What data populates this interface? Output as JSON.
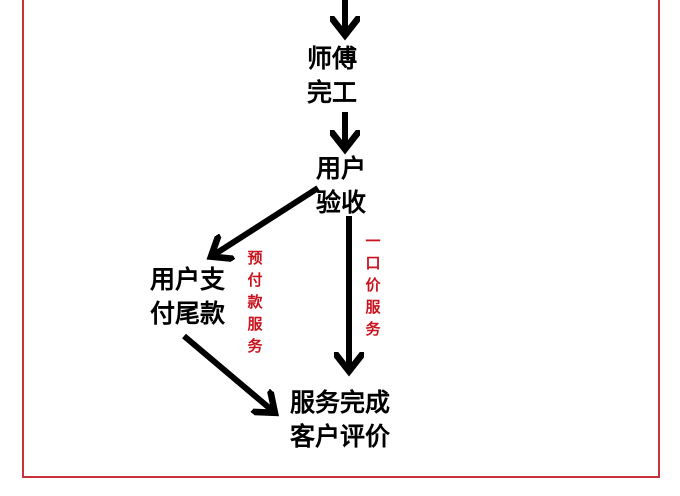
{
  "nodes": {
    "worker_done": {
      "line1": "师傅",
      "line2": "完工"
    },
    "user_accept": {
      "line1": "用户",
      "line2": "验收"
    },
    "user_pay": {
      "line1": "用户支",
      "line2": "付尾款"
    },
    "service_done": {
      "line1": "服务完成",
      "line2": "客户评价"
    }
  },
  "labels": {
    "prepaid_service": "预付款服务",
    "flat_price_service": "一口价服务"
  },
  "colors": {
    "frame": "#c8323a",
    "label_red": "#c8141e",
    "arrow": "#000000"
  }
}
